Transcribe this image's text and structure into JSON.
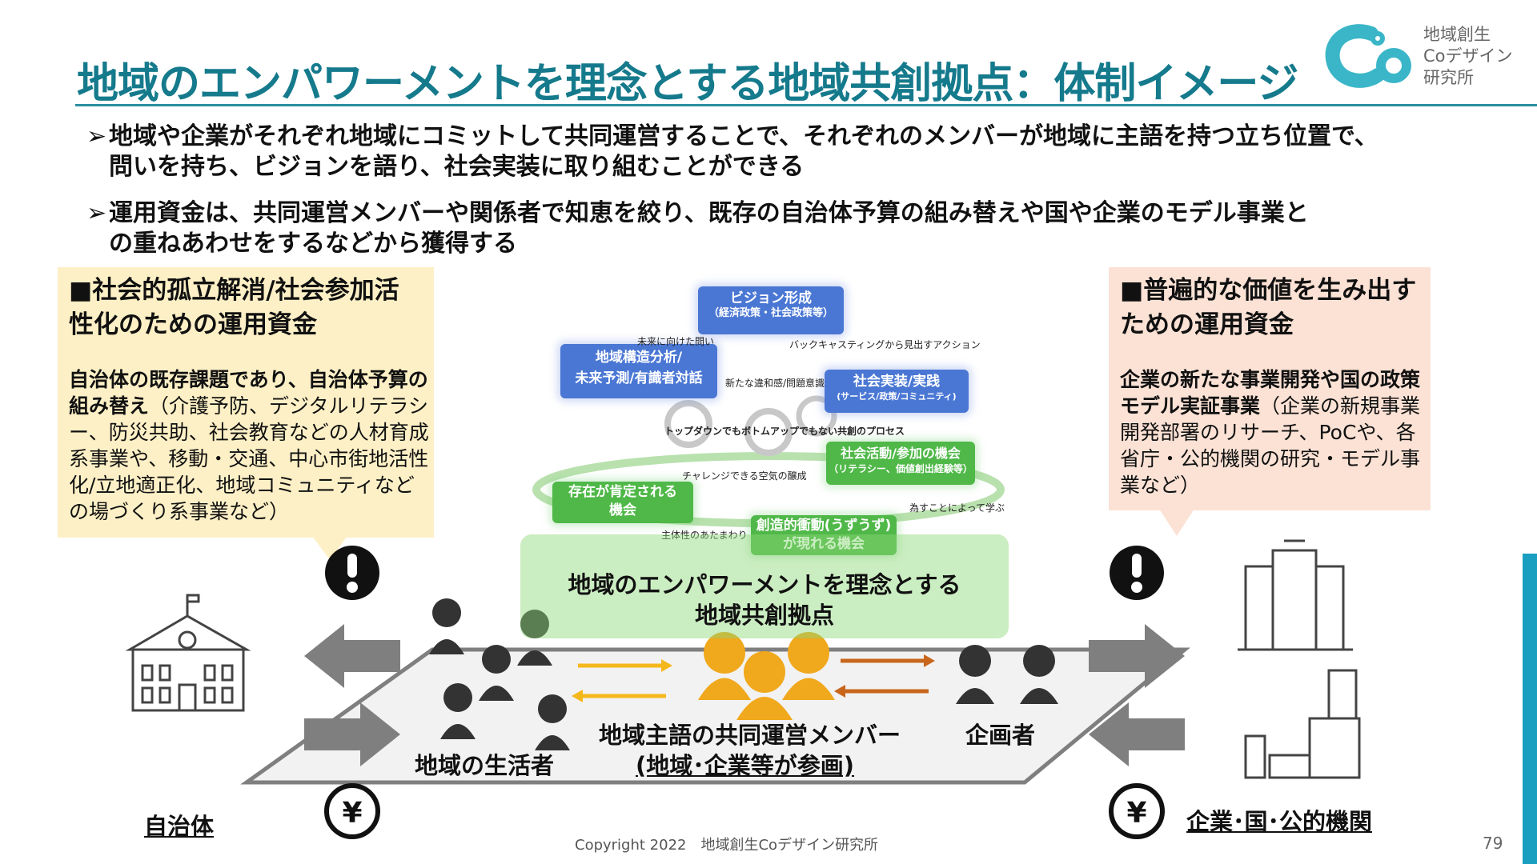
{
  "title": "地域のエンパワーメントを理念とする地域共創拠点：体制イメージ",
  "logo": {
    "line1": "地域創生",
    "line2": "Coデザイン",
    "line3": "研究所",
    "icon": "co-logo-icon",
    "color": "#3ab6c8"
  },
  "bullets": [
    {
      "marker": "➢",
      "line1": "地域や企業がそれぞれ地域にコミットして共同運営することで、それぞれのメンバーが地域に主語を持つ立ち位置で、",
      "line2": "問いを持ち、ビジョンを語り、社会実装に取り組むことができる"
    },
    {
      "marker": "➢",
      "line1": "運用資金は、共同運営メンバーや関係者で知恵を絞り、既存の自治体予算の組み替えや国や企業のモデル事業と",
      "line2": "の重ねあわせをするなどから獲得する"
    }
  ],
  "left_note": {
    "heading": "■社会的孤立解消/社会参加活性化のための運用資金",
    "body_bold": "自治体の既存課題であり、自治体予算の組み替え",
    "body_rest": "（介護予防、デジタルリテラシー、防災共助、社会教育などの人材育成系事業や、移動・交通、中心市街地活性化/立地適正化、地域コミュニティなどの場づくり系事業など）"
  },
  "right_note": {
    "heading": "■普遍的な価値を生み出すための運用資金",
    "body_bold": "企業の新たな事業開発や国の政策モデル実証事業",
    "body_rest": "（企業の新規事業開発部署のリサーチ、PoCや、各省庁・公的機関の研究・モデル事業など）"
  },
  "cycle": {
    "vision": {
      "label": "ビジョン形成",
      "sub": "（経済政策・社会政策等）"
    },
    "analysis": {
      "line1": "地域構造分析/",
      "line2": "未来予測/有識者対話"
    },
    "implementation": {
      "label": "社会実装/実践",
      "sub": "(サービス/政策/コミュニティ)"
    },
    "future_question": "未来に向けた問い",
    "backcasting": "バックキャスティングから見出すアクション",
    "new_sense": "新たな違和感/問題意識",
    "process": "トップダウンでもボトムアップでもない共創のプロセス"
  },
  "lower_cycle": {
    "participation": {
      "label": "社会活動/参加の機会",
      "sub": "（リテラシー、価値創出経験等）"
    },
    "affirmed": {
      "line1": "存在が肯定される",
      "line2": "機会"
    },
    "creative": {
      "line1": "創造的衝動(うずうず)",
      "line2": "が現れる機会"
    },
    "challenge": "チャレンジできる空気の醸成",
    "learn": "為すことによって学ぶ",
    "initiative": "主体性のあたまわり"
  },
  "hub": {
    "line1": "地域のエンパワーメントを理念とする",
    "line2": "地域共創拠点"
  },
  "labels": {
    "residents": "地域の生活者",
    "members_line1": "地域主語の共同運営メンバー",
    "members_line2": "(地域･企業等が参画)",
    "planner": "企画者",
    "municipality": "自治体",
    "companies": "企業･国･公的機関"
  },
  "icons": {
    "alert_left": "exclamation-icon",
    "alert_right": "exclamation-icon",
    "yen_left": "yen-icon",
    "yen_right": "yen-icon",
    "city_hall": "city-hall-icon",
    "office_building": "office-building-icon",
    "factory": "government-building-icon"
  },
  "colors": {
    "title": "#157a8c",
    "blue_pill": "#4a77d4",
    "green_pill": "#4fb848",
    "gold": "#f0a81c",
    "orange_arrow": "#c8661c",
    "yellow_arrow": "#f5b81c"
  },
  "footer": "Copyright 2022　地域創生Coデザイン研究所",
  "page_number": "79"
}
